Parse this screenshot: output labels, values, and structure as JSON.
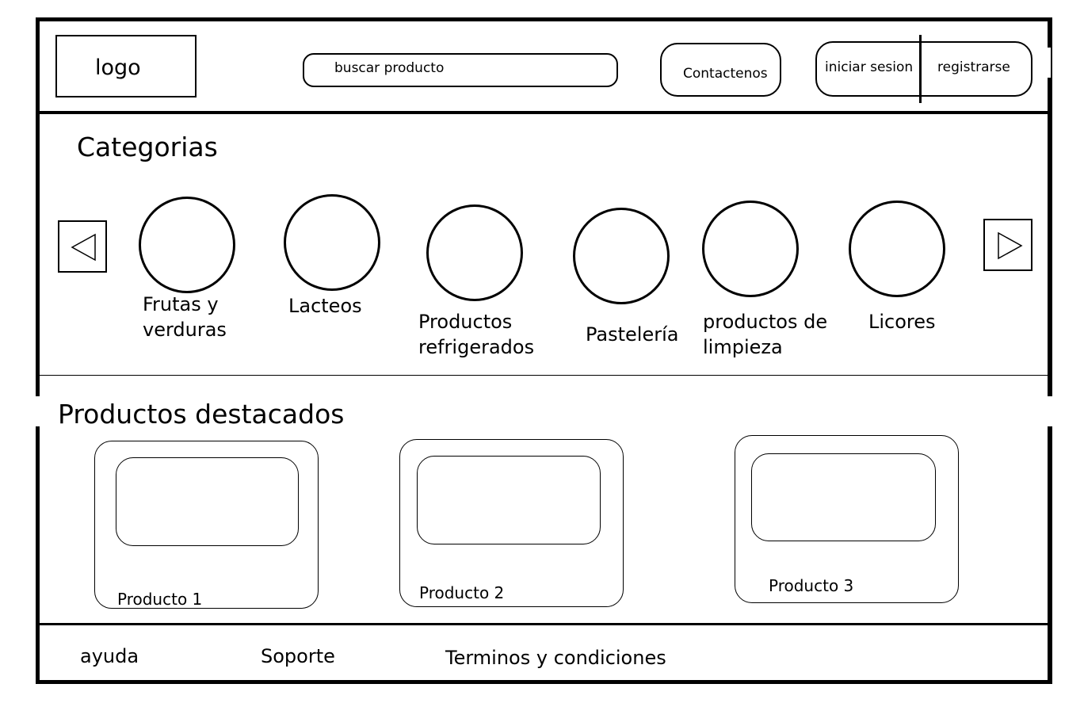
{
  "header": {
    "logo": "logo",
    "search_placeholder": "buscar producto",
    "contact_label": "Contactenos",
    "login_label": "iniciar sesion",
    "register_label": "registrarse"
  },
  "categories": {
    "title": "Categorias",
    "items": [
      {
        "line1": "Frutas y",
        "line2": "verduras"
      },
      {
        "line1": "Lacteos",
        "line2": ""
      },
      {
        "line1": "Productos",
        "line2": "refrigerados"
      },
      {
        "line1": "Pastelería",
        "line2": ""
      },
      {
        "line1": "productos de",
        "line2": "limpieza"
      },
      {
        "line1": "Licores",
        "line2": ""
      }
    ]
  },
  "featured": {
    "title": "Productos destacados",
    "products": [
      {
        "label": "Producto 1"
      },
      {
        "label": "Producto 2"
      },
      {
        "label": "Producto 3"
      }
    ]
  },
  "footer": {
    "links": [
      "ayuda",
      "Soporte",
      "Terminos y condiciones"
    ]
  }
}
